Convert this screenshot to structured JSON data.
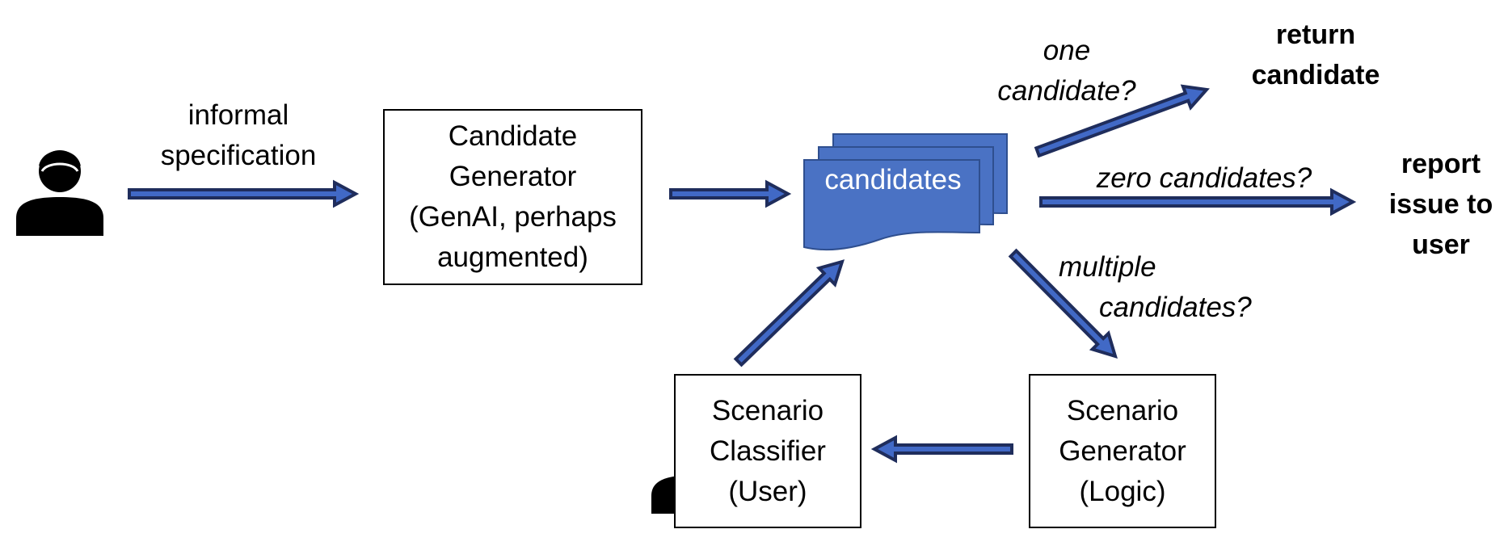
{
  "colors": {
    "arrow_fill": "#4169c6",
    "arrow_outline": "#1f2d5c",
    "candidates_fill": "#4a72c4",
    "candidates_stroke": "#2f4f8f",
    "person": "#000000"
  },
  "icons": {
    "user_left": "person-icon",
    "user_scenario": "person-icon"
  },
  "labels": {
    "informal_spec": "informal\nspecification",
    "one_candidate": "one\ncandidate?",
    "return_candidate": "return\ncandidate",
    "zero_candidates": "zero candidates?",
    "report_issue": "report\nissue to\nuser",
    "multiple_candidates_1": "multiple",
    "multiple_candidates_2": "candidates?"
  },
  "boxes": {
    "candidate_generator": "Candidate\nGenerator\n(GenAI, perhaps\naugmented)",
    "scenario_classifier": "Scenario\nClassifier\n(User)",
    "scenario_generator": "Scenario\nGenerator\n(Logic)"
  },
  "candidates_doc": {
    "label": "candidates"
  }
}
